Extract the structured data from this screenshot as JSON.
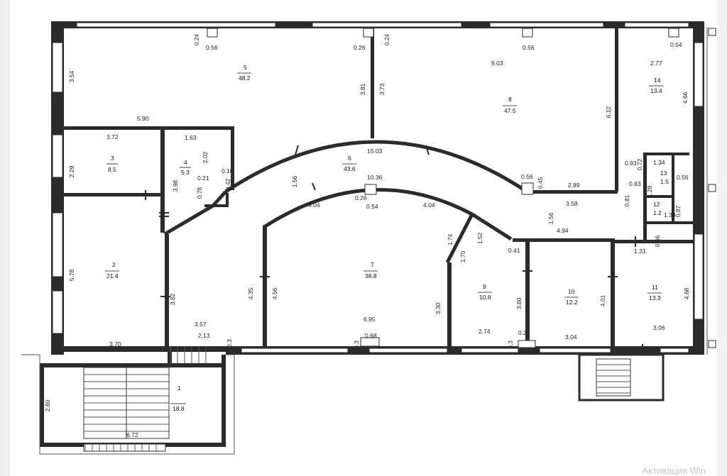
{
  "rooms": [
    {
      "no": "1",
      "area": "18.8"
    },
    {
      "no": "2",
      "area": "21.4"
    },
    {
      "no": "3",
      "area": "8.5"
    },
    {
      "no": "4",
      "area": "5.3"
    },
    {
      "no": "5",
      "area": "48.2"
    },
    {
      "no": "6",
      "area": "43.6"
    },
    {
      "no": "7",
      "area": "38.8"
    },
    {
      "no": "8",
      "area": "47.5"
    },
    {
      "no": "9",
      "area": "10.8"
    },
    {
      "no": "10",
      "area": "12.2"
    },
    {
      "no": "11",
      "area": "13.3"
    },
    {
      "no": "12",
      "area": "1.2"
    },
    {
      "no": "13",
      "area": "1.5"
    },
    {
      "no": "14",
      "area": "13.4"
    }
  ],
  "dimensions": [
    "0.24",
    "0.56",
    "3.54",
    "5.90",
    "0.26",
    "0.24",
    "3.81",
    "3.73",
    "9.03",
    "0.56",
    "6.12",
    "0.54",
    "2.77",
    "4.66",
    "3.72",
    "2.29",
    "1.63",
    "2.02",
    "3.98",
    "0.21",
    "0.78",
    "0.16",
    "0.42",
    "1.56",
    "15.03",
    "10.36",
    "0.56",
    "0.45",
    "2.89",
    "0.93",
    "0.72",
    "1.34",
    "0.56",
    "1.29",
    "0.93",
    "0.81",
    "1.38",
    "0.87",
    "3.58",
    "1.56",
    "4.04",
    "0.26",
    "0.54",
    "4.04",
    "1.74",
    "1.52",
    "1.70",
    "4.94",
    "1.31",
    "0.66",
    "0.41",
    "5.78",
    "3.82",
    "4.35",
    "4.56",
    "3.30",
    "3.80",
    "4.01",
    "4.68",
    "3.57",
    "3.70",
    "2.13",
    "0.3",
    "6.95",
    "0.3",
    "0.68",
    "2.74",
    "0.2",
    "0.3",
    "3.04",
    "3.06",
    "2.80",
    "6.72"
  ],
  "watermark": "Активация Win"
}
